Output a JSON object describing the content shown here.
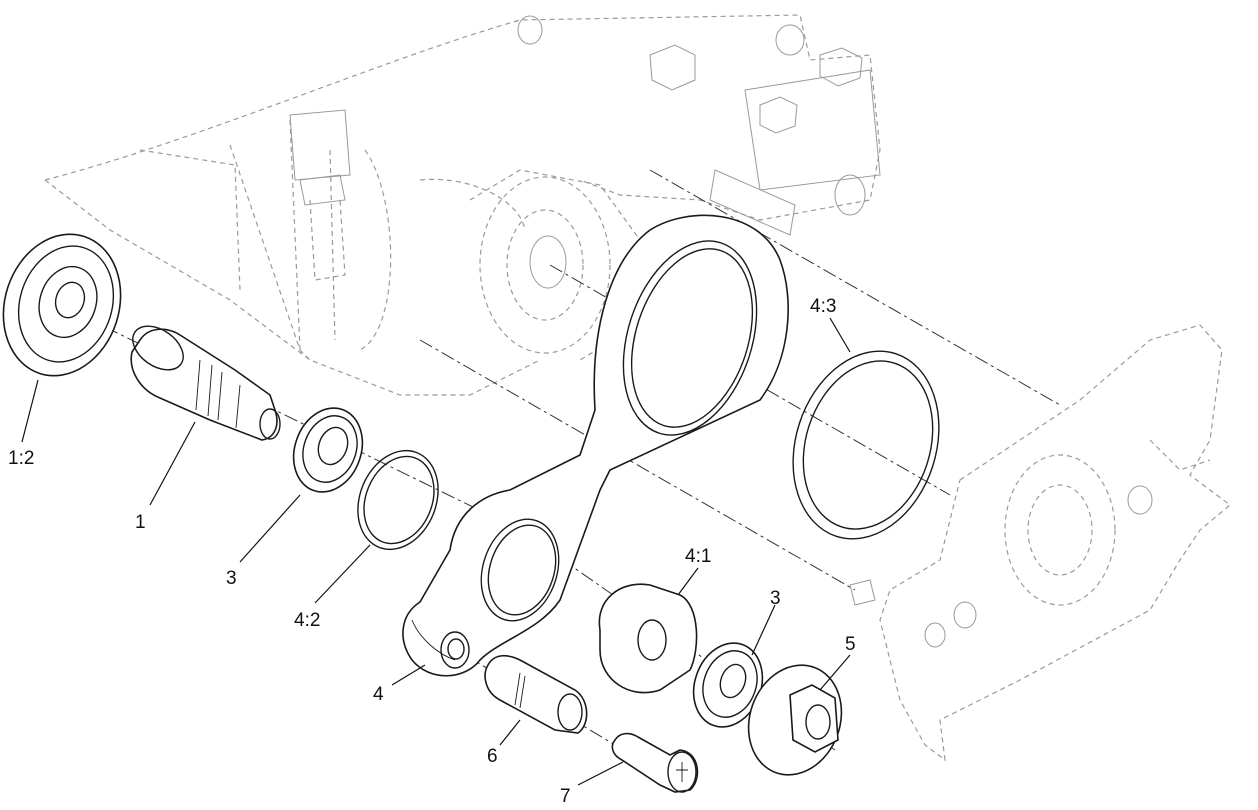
{
  "diagram": {
    "callouts": [
      {
        "id": "c-1-2",
        "text": "1:2"
      },
      {
        "id": "c-1",
        "text": "1"
      },
      {
        "id": "c-3a",
        "text": "3"
      },
      {
        "id": "c-4-2",
        "text": "4:2"
      },
      {
        "id": "c-4",
        "text": "4"
      },
      {
        "id": "c-6",
        "text": "6"
      },
      {
        "id": "c-7",
        "text": "7"
      },
      {
        "id": "c-4-1",
        "text": "4:1"
      },
      {
        "id": "c-3b",
        "text": "3"
      },
      {
        "id": "c-5",
        "text": "5"
      },
      {
        "id": "c-4-3",
        "text": "4:3"
      }
    ]
  }
}
